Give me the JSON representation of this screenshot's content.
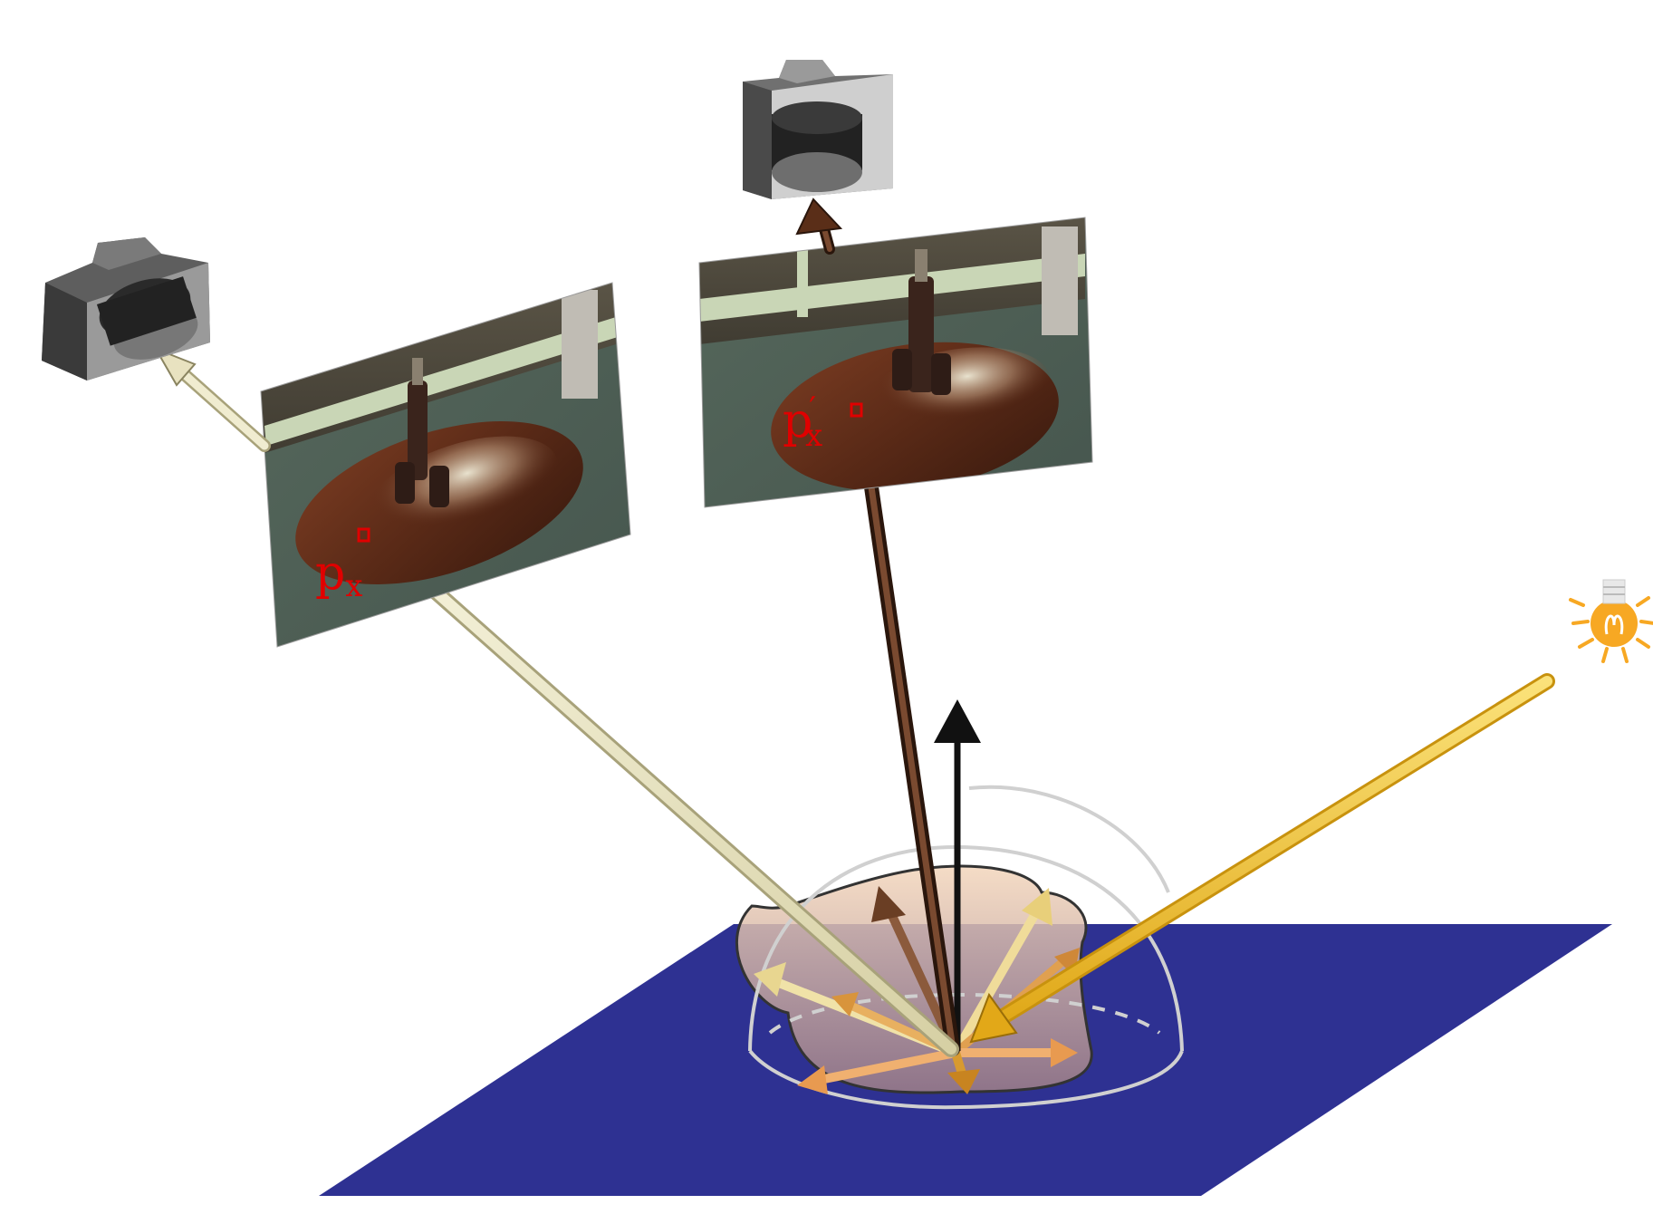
{
  "labels": {
    "pixel_left_main": "p",
    "pixel_left_sub": "x",
    "pixel_right_main": "p",
    "pixel_right_prime": "′",
    "pixel_right_sub": "x"
  },
  "icons": {
    "camera_left": "camera-icon",
    "camera_top": "camera-icon",
    "light": "light-bulb-icon"
  },
  "colors": {
    "ground_plane": "#2e3192",
    "lobe": "#c9a08f",
    "lobe_outline": "#333333",
    "hemisphere": "#cccccc",
    "ray_left": "#ece8c8",
    "ray_top": "#4a2a1a",
    "ray_light": "#f2c12e",
    "normal": "#111111",
    "pixel_marker": "#e00000",
    "light_bulb": "#f7a823"
  }
}
